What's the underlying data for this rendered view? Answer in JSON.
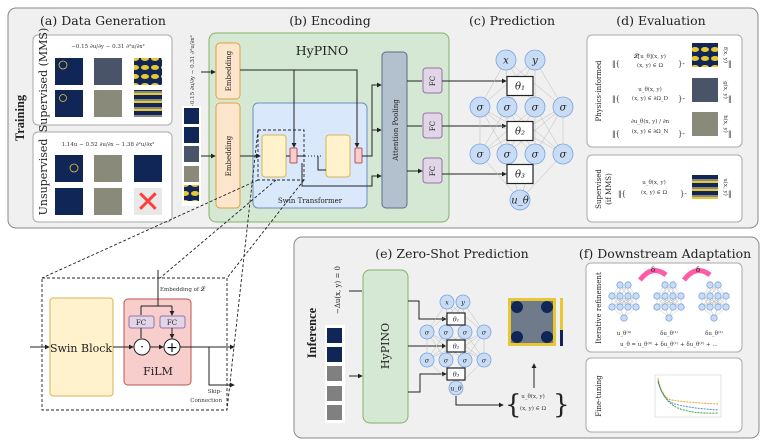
{
  "training": {
    "label": "Training",
    "data_generation": {
      "title": "(a) Data Generation",
      "supervised_label": "Supervised (MMS)",
      "supervised_formula": "−0.15 ∂u/∂y − 0.31 ∂²u/∂x²",
      "unsupervised_label": "Unsupervised",
      "unsupervised_formula": "1.14u − 0.52 ∂u/∂x − 1.38 ∂²u/∂x²",
      "invalid_mark": "✕"
    },
    "encoding": {
      "title": "(b) Encoding",
      "input_formula": "−0.15 ∂u/∂y − 0.31 ∂²u/∂x²",
      "hypino_label": "HyPINO",
      "embedding_top": "Embedding",
      "embedding_bottom": "Embedding",
      "swin_transformer": "Swin Transformer",
      "attention_pooling": "Attention Pooling",
      "fc_labels": [
        "FC",
        "FC",
        "FC"
      ]
    },
    "prediction": {
      "title": "(c) Prediction",
      "inputs": [
        "x",
        "y"
      ],
      "sigma": "σ",
      "thetas": [
        "θ₁",
        "θ₂",
        "θ₃"
      ],
      "output": "u_θ"
    },
    "evaluation": {
      "title": "(d) Evaluation",
      "physics_label": "Physics-informed",
      "physics_terms": [
        {
          "top": "𝓛[u_θ](x, y)",
          "bottom": "(x, y) ∈ Ω",
          "target": "f(x, y)"
        },
        {
          "top": "u_θ(x, y)",
          "bottom": "(x, y) ∈ ∂Ω_D",
          "target": "g(x, y)"
        },
        {
          "top": "∂u_θ(x, y) / ∂n",
          "bottom": "(x, y) ∈ ∂Ω_N",
          "target": "h(x, y)"
        }
      ],
      "supervised_label_1": "Supervised",
      "supervised_label_2": "(if MMS)",
      "supervised_term": {
        "top": "u_θ(x, y)",
        "bottom": "(x, y) ∈ Ω",
        "target": "u(x, y)"
      }
    }
  },
  "film_inset": {
    "swin_block": "Swin Block",
    "film": "FiLM",
    "fc_labels": [
      "FC",
      "FC"
    ],
    "embedding_label": "Embedding of 𝓛",
    "multiply_symbol": "·",
    "add_symbol": "+",
    "skip_1": "Skip-",
    "skip_2": "Connection"
  },
  "inference": {
    "label": "Inference",
    "zero_shot_title": "(e) Zero-Shot Prediction",
    "input_formula": "−Δu(x, y) = 0",
    "hypino_label": "HyPINO",
    "inputs": [
      "x",
      "y"
    ],
    "sigma": "σ",
    "thetas": [
      "θ₁",
      "θ₂",
      "θ₃"
    ],
    "output": "u_θ",
    "output_top": "u_θ(x, y)",
    "output_bottom": "(x, y) ∈ Ω",
    "downstream_title": "(f) Downstream Adaptation",
    "iterative_label": "Iterative refinement",
    "delta_symbol": "δ",
    "iter_labels": [
      "u_θ⁽⁰⁾",
      "δu_θ⁽¹⁾",
      "δu_θ⁽²⁾"
    ],
    "iter_formula": "u_θ = u_θ⁽⁰⁾ + δu_θ⁽¹⁾ + δu_θ⁽²⁾ + …",
    "finetune_label": "Fine-tuning"
  },
  "colors": {
    "panel_bg": "#f0f0f0",
    "hypino_green": "#d5e8d4",
    "embedding_orange": "#fde6cc",
    "swin_blue": "#dae8fc",
    "block_yellow": "#fff2cc",
    "attention_slate": "#b3c1cf",
    "fc_purple": "#e1d5e7",
    "film_red": "#f8cecc",
    "node_blue": "#c9dcf5",
    "heat_navy": "#0f2657",
    "heat_yellow": "#e8c832",
    "arrow_pink": "#ff5aa8",
    "cross_red": "#ff3b3b"
  }
}
